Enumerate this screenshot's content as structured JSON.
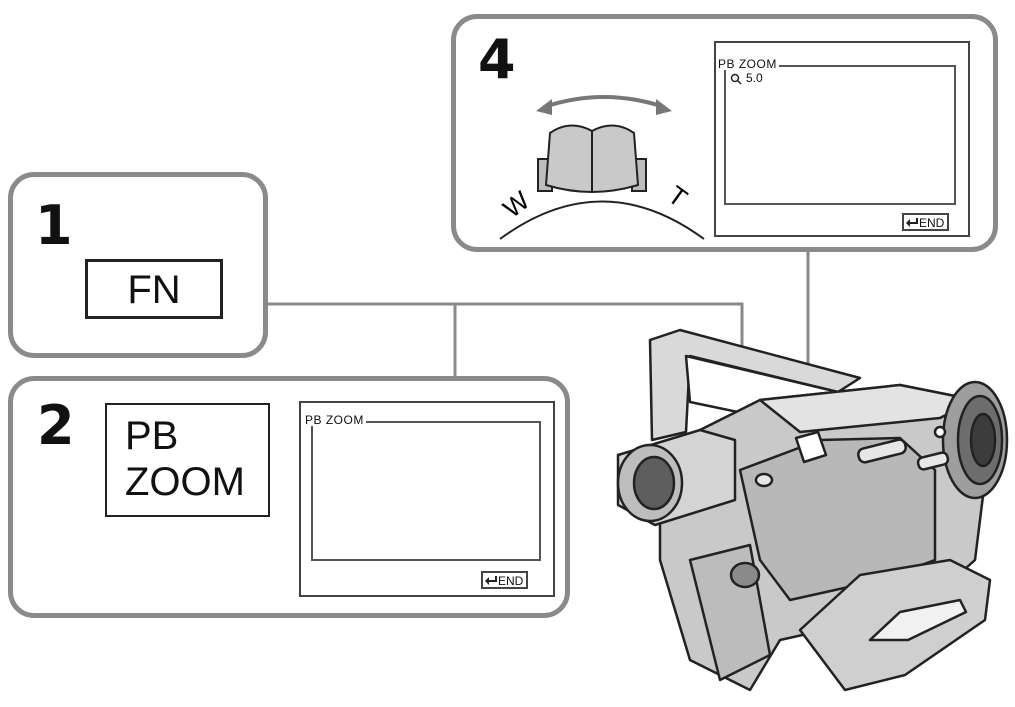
{
  "steps": [
    {
      "number": "1",
      "button_label": "FN"
    },
    {
      "number": "2",
      "button_label_line1": "PB",
      "button_label_line2": "ZOOM",
      "screen": {
        "title": "PB ZOOM",
        "end_label": "END"
      }
    },
    {
      "number": "4",
      "dial_left_label": "W",
      "dial_right_label": "T",
      "screen": {
        "title": "PB ZOOM",
        "zoom_value": "5.0",
        "end_label": "END"
      }
    }
  ]
}
